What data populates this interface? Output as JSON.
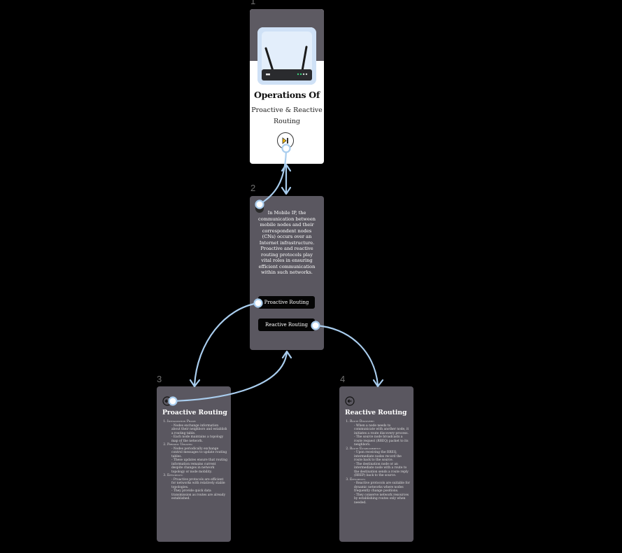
{
  "slides": {
    "s1": {
      "num": "1"
    },
    "s2": {
      "num": "2"
    },
    "s3": {
      "num": "3"
    },
    "s4": {
      "num": "4"
    }
  },
  "title_card": {
    "title": "Operations Of",
    "subtitle": "Proactive & Reactive Routing",
    "icon": "router-icon",
    "play_icon": "play-pause-icon"
  },
  "intro_card": {
    "text": "In Mobile IP, the communication between mobile nodes and their correspondent nodes (CNs) occurs over an Internet infrastructure. Proactive and reactive routing protocols play vital roles in ensuring efficient communication within such networks.",
    "btn_proactive": "Proactive Routing",
    "btn_reactive": "Reactive Routing"
  },
  "proactive_card": {
    "title": "Proactive Routing",
    "sections": [
      {
        "head": "Initialization Phase:",
        "items": [
          "Nodes exchange information about their neighbors and establish a routing table.",
          "Each node maintains a topology map of the network."
        ]
      },
      {
        "head": "Periodic Updates:",
        "items": [
          "Nodes periodically exchange control messages to update routing tables.",
          "These updates ensure that routing information remains current despite changes in network topology or node mobility."
        ]
      },
      {
        "head": "Efficiency:",
        "items": [
          "Proactive protocols are efficient for networks with relatively stable topologies.",
          "They provide quick data transmission as routes are already established."
        ]
      }
    ]
  },
  "reactive_card": {
    "title": "Reactive Routing",
    "sections": [
      {
        "head": "Route Discovery:",
        "items": [
          "When a node needs to communicate with another node, it initiates a route discovery process.",
          "The source node broadcasts a route request (RREQ) packet to its neighbors."
        ]
      },
      {
        "head": "Route Establishment:",
        "items": [
          "Upon receiving the RREQ, intermediate nodes record the route back to the source.",
          "The destination node or an intermediate node with a route to the destination sends a route reply (RREP) back to the source."
        ]
      },
      {
        "head": "Efficiency:",
        "items": [
          "Reactive protocols are suitable for dynamic networks where nodes frequently change positions.",
          "They conserve network resources by establishing routes only when needed."
        ]
      }
    ]
  },
  "colors": {
    "background": "#000000",
    "card": "#5a5760",
    "link": "#a9cdee",
    "hero": "#cfe1f6"
  }
}
